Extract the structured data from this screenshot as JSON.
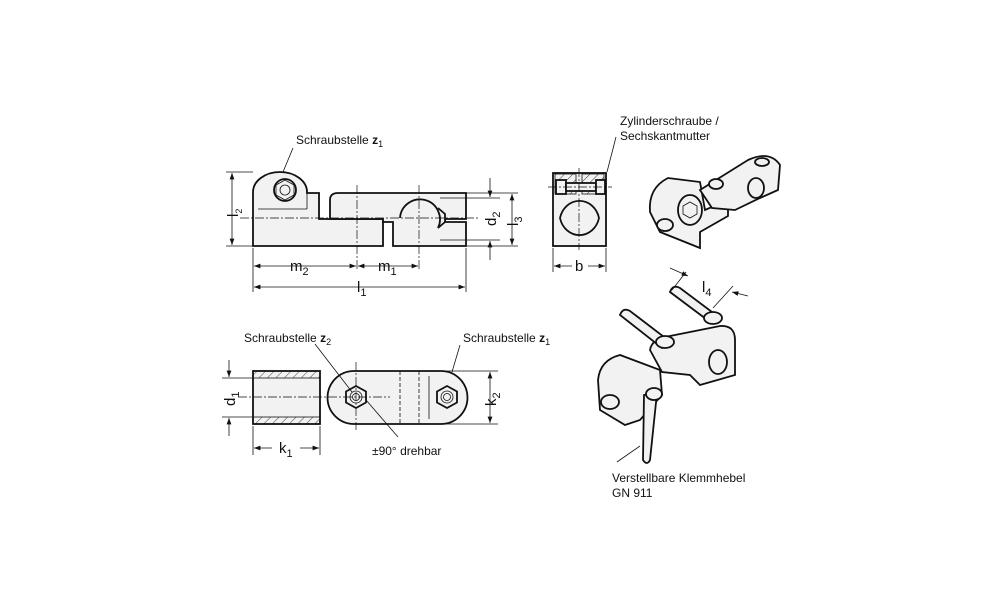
{
  "labels": {
    "screw_point_z1_top": "Schraubstelle",
    "screw_point_z2": "Schraubstelle",
    "screw_point_z1_bottom": "Schraubstelle",
    "z": "z",
    "sub1": "1",
    "sub2": "2",
    "rotatable": "±90° drehbar",
    "cylinder_screw_line1": "Zylinderschraube /",
    "cylinder_screw_line2": "Sechskantmutter",
    "lever_line1": "Verstellbare Klemmhebel",
    "lever_line2": "GN 911"
  },
  "dimensions": {
    "l": "l",
    "m": "m",
    "d": "d",
    "k": "k",
    "b": "b",
    "l1_sub": "1",
    "l2_sub": "2",
    "l3_sub": "3",
    "l4_sub": "4",
    "m1_sub": "1",
    "m2_sub": "2",
    "d1_sub": "1",
    "d2_sub": "2",
    "k1_sub": "1",
    "k2_sub": "2"
  }
}
